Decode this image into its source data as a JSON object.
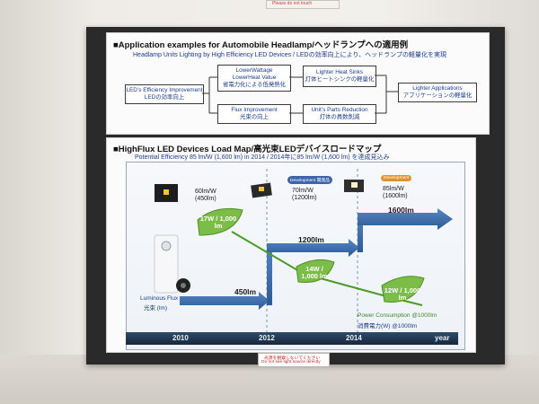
{
  "top_sign": {
    "text": "Please do not touch"
  },
  "panel1": {
    "title": "■Application examples for Automobile Headlamp/ヘッドランプへの適用例",
    "subtitle": "Headlamp Units Lighting by High Efficiency LED Devices / LEDの効率向上により、ヘッドランプの軽量化を実現",
    "boxes": {
      "efficiency": [
        "LED’s Efficiency Improvement",
        "LEDの効率向上"
      ],
      "lower_wattage": [
        "LowerWattage",
        "LowerHeat Value",
        "省電力化による低発熱化"
      ],
      "lighter_heat": [
        "Lighter Heat Sinks",
        "灯体ヒートシンクの軽量化"
      ],
      "lighter_apps": [
        "Lighter Applications",
        "アプリケーションの軽量化"
      ],
      "flux": [
        "Flux Improvement",
        "光束の向上"
      ],
      "unit_parts": [
        "Unit’s Parts Reduction",
        "灯体の員数削減"
      ]
    }
  },
  "panel2": {
    "title": "■HighFlux LED Devices Load Map/高光束LEDデバイスロードマップ",
    "subtitle": "Potential Efficiency 85 lm/W (1,600 lm) in 2014 / 2014年に85 lm/W (1,600 lm) を達成見込み"
  },
  "chart_data": {
    "type": "line",
    "x_label": "year",
    "x_ticks": [
      "2010",
      "2012",
      "2014"
    ],
    "y_label": [
      "Luminous Flux",
      "光束 (lm)"
    ],
    "flux_steps": [
      {
        "label": "450lm",
        "lm": 450
      },
      {
        "label": "1200lm",
        "lm": 1200
      },
      {
        "label": "1600lm",
        "lm": 1600
      }
    ],
    "devices": [
      {
        "efficiency": "60lm/W",
        "flux": "(450lm)",
        "badge": ""
      },
      {
        "efficiency": "70lm/W",
        "flux": "(1200lm)",
        "badge": "Development 開発品"
      },
      {
        "efficiency": "85lm/W",
        "flux": "(1600lm)",
        "badge": "Development"
      }
    ],
    "power_consumption": [
      {
        "label": "17W / 1,000 lm",
        "w_per_1000lm": 17
      },
      {
        "label": "14W / 1,000 lm",
        "w_per_1000lm": 14
      },
      {
        "label": "12W / 1,000 lm",
        "w_per_1000lm": 12
      }
    ],
    "legend": [
      "Power Consumption @1000lm",
      "消費電力(W) @1000lm"
    ]
  },
  "warning_sign": [
    "光源を観察しないでください",
    "Do not see light source directly"
  ],
  "colors": {
    "arrow_blue": "#3e6ea8",
    "leaf_green": "#6fb23a",
    "board": "#2a2a2b"
  }
}
